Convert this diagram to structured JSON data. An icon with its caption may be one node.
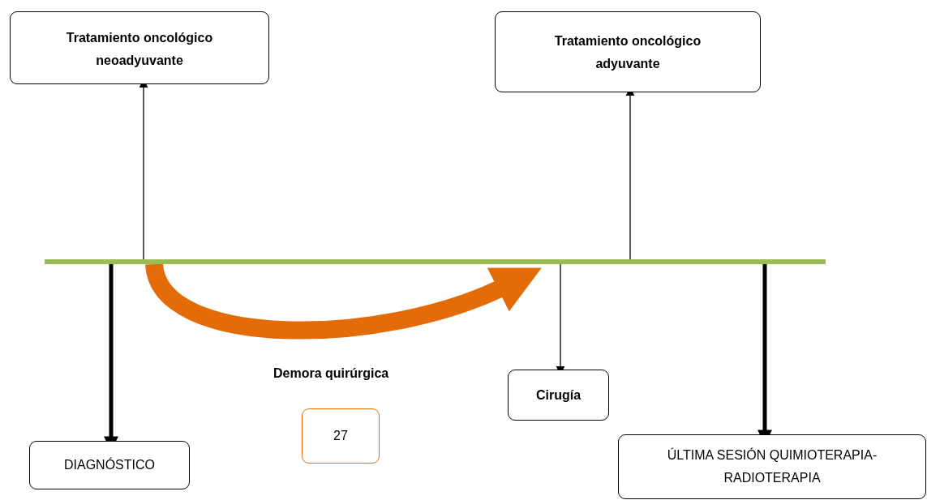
{
  "diagram": {
    "nodes": [
      {
        "text": [
          "Tratamiento oncológico neoadyuvante"
        ]
      },
      {
        "text": [
          "Tratamiento oncológico adyuvante"
        ]
      },
      {
        "text": [],
        "shape": "bar"
      },
      {
        "text": [
          "DIAGNÓSTICO"
        ]
      },
      {
        "text": [
          "27"
        ]
      },
      {
        "text": [
          "Cirugía"
        ]
      },
      {
        "text": [
          "ÚLTIMA SESIÓN QUIMIOTERAPIA-RADIOTERAPIA"
        ]
      }
    ],
    "edges": [
      {
        "from": 2,
        "to": 0,
        "arrow": "to"
      },
      {
        "from": 2,
        "to": 1,
        "arrow": "to"
      },
      {
        "from": 2,
        "to": 3,
        "arrow": "to",
        "style": "thick"
      },
      {
        "from": 2,
        "to": 5,
        "arrow": "to"
      },
      {
        "from": 2,
        "to": 6,
        "arrow": "to",
        "style": "thick"
      },
      {
        "from": 2,
        "to": 2,
        "arrow": "to",
        "style": "thick",
        "color": "#e36c09"
      }
    ],
    "labels": [
      "Demora quirúrgica"
    ]
  }
}
